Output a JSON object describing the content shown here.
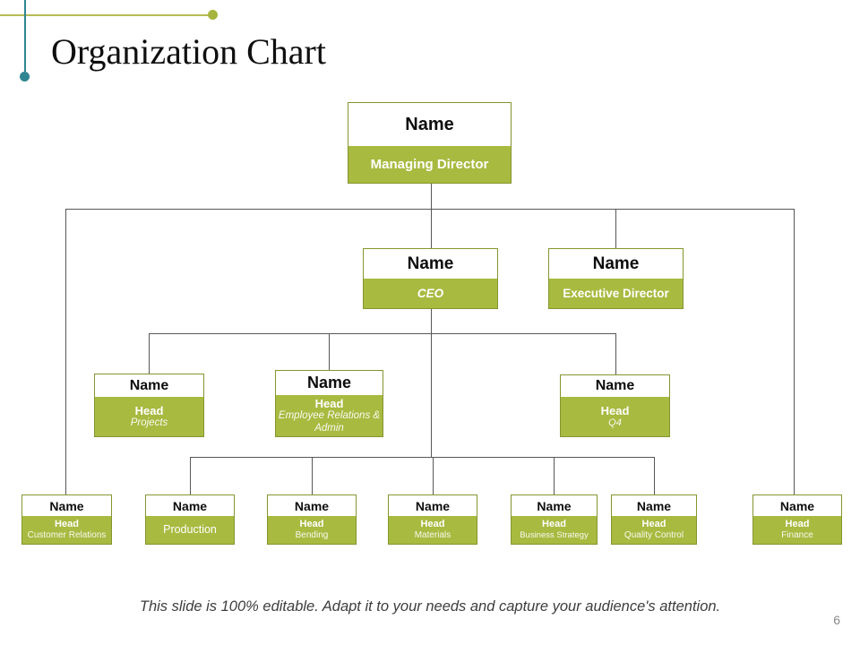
{
  "slide": {
    "title": "Organization Chart",
    "footer": "This slide is 100% editable. Adapt it to your needs and capture your audience's attention.",
    "page_number": "6"
  },
  "colors": {
    "accent_green": "#a8ba40",
    "box_border": "#85952f",
    "teal_rule": "#2f8591",
    "olive_rule": "#b6bb55",
    "connector_gray": "#575757"
  },
  "nodes": {
    "managing_director": {
      "name": "Name",
      "role": "Managing Director"
    },
    "ceo": {
      "name": "Name",
      "role": "CEO"
    },
    "executive_director": {
      "name": "Name",
      "role": "Executive Director"
    },
    "head_projects": {
      "name": "Name",
      "role_bold": "Head",
      "role_sub": "Projects"
    },
    "head_employee_relations": {
      "name": "Name",
      "role_bold": "Head",
      "role_sub": "Employee Relations & Admin"
    },
    "head_q4": {
      "name": "Name",
      "role_bold": "Head",
      "role_sub": "Q4"
    },
    "head_customer_relations": {
      "name": "Name",
      "role_bold": "Head",
      "role_sub": "Customer Relations"
    },
    "production": {
      "name": "Name",
      "role": "Production"
    },
    "head_bending": {
      "name": "Name",
      "role_bold": "Head",
      "role_sub": "Bending"
    },
    "head_materials": {
      "name": "Name",
      "role_bold": "Head",
      "role_sub": "Materials"
    },
    "head_business_strategy": {
      "name": "Name",
      "role_bold": "Head",
      "role_sub": "Business Strategy"
    },
    "head_quality_control": {
      "name": "Name",
      "role_bold": "Head",
      "role_sub": "Quality Control"
    },
    "head_finance": {
      "name": "Name",
      "role_bold": "Head",
      "role_sub": "Finance"
    }
  }
}
